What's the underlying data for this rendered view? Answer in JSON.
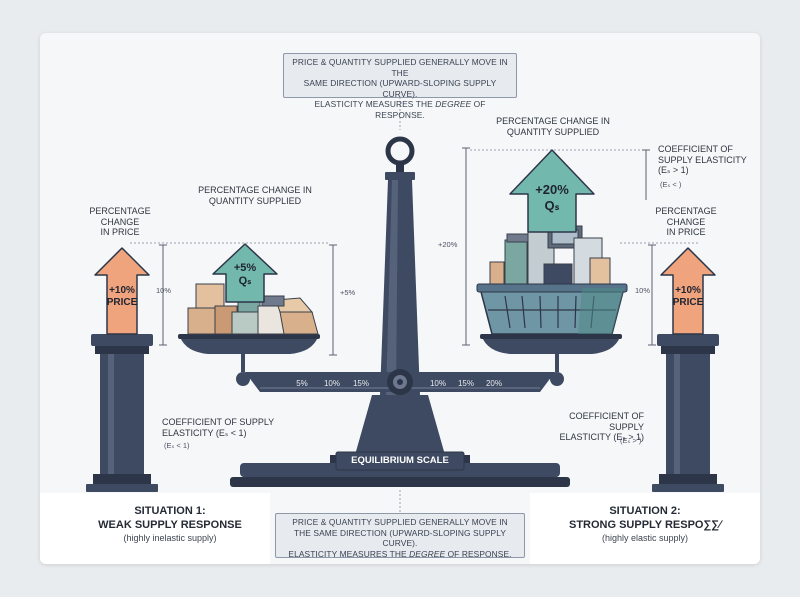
{
  "top_callout": {
    "line1": "PRICE & QUANTITY SUPPLIED GENERALLY MOVE IN THE",
    "line2": "SAME DIRECTION (UPWARD-SLOPING SUPPLY CURVE).",
    "line3_pre": "ELASTICITY MEASURES THE ",
    "line3_em": "DEGREE",
    "line3_post": " OF RESPONSE."
  },
  "bottom_callout": {
    "line1": "PRICE & QUANTITY SUPPLIED GENERALLY MOVE IN",
    "line2": "THE SAME DIRECTION (UPWARD-SLOPING SUPPLY CURVE).",
    "line3_pre": "ELASTICITY MEASURES THE ",
    "line3_em": "DEGREE",
    "line3_post": " OF RESPONSE."
  },
  "left": {
    "pct_price_label": [
      "PERCENTAGE",
      "CHANGE",
      "IN PRICE"
    ],
    "price_arrow": [
      "+10%",
      "PRICE"
    ],
    "qty_label": [
      "PERCENTAGE CHANGE IN",
      "QUANTITY SUPPLIED"
    ],
    "qty_arrow": [
      "+5%",
      "Qₛ"
    ],
    "dim_price": "10%",
    "dim_qty": "+5%",
    "coef_label": [
      "COEFFICIENT OF SUPPLY",
      "ELASTICITY (Eₛ < 1)"
    ],
    "coef_note": "(Eₛ < 1)",
    "situation_title": [
      "SITUATION 1:",
      "WEAK SUPPLY RESPONSE"
    ],
    "situation_sub": "(highly inelastic supply)"
  },
  "right": {
    "qty_label": [
      "PERCENTAGE CHANGE IN",
      "QUANTITY SUPPLIED"
    ],
    "qty_arrow": [
      "+20%",
      "Qₛ"
    ],
    "coef_label_top": [
      "COEFFICIENT OF",
      "SUPPLY ELASTICITY",
      "(Eₛ > 1)"
    ],
    "coef_note_top": "(Eₛ < )",
    "pct_price_label": [
      "PERCENTAGE",
      "CHANGE",
      "IN PRICE"
    ],
    "price_arrow": [
      "+10%",
      "PRICE"
    ],
    "dim_qty": "+20%",
    "dim_price": "10%",
    "coef_label": [
      "COEFFICIENT OF SUPPLY",
      "ELASTICITY (Eₛ > 1)"
    ],
    "coef_note": "(Eₛ > )",
    "situation_title": [
      "SITUATION 2:",
      "STRONG SUPPLY RESPO∑∑∕"
    ],
    "situation_sub": "(highly elastic supply)"
  },
  "beam_ticks": [
    "5%",
    "10%",
    "15%",
    "10%",
    "15%",
    "20%"
  ],
  "base_label": "EQUILIBRIUM SCALE",
  "colors": {
    "navy": "#3e4a61",
    "navy_dark": "#2d3648",
    "orange": "#f0a47e",
    "teal": "#72b8ad",
    "teal_dark": "#4e9a8f",
    "box": "#d9b08c"
  }
}
